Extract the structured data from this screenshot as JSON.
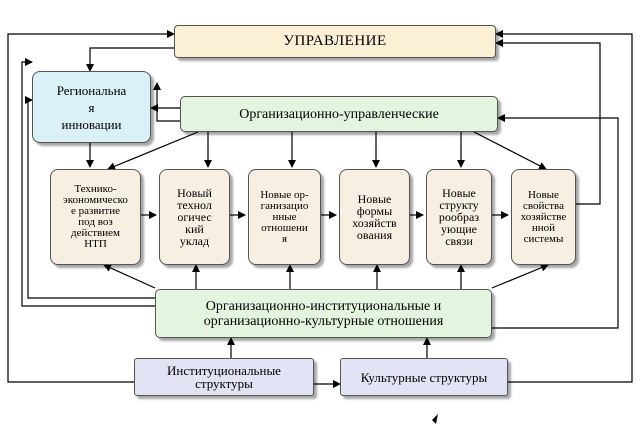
{
  "boxes": {
    "management": "УПРАВЛЕНИЕ",
    "regional": "Региональна\nя\nинновации",
    "org_management": "Организационно-управленческие",
    "tech_economic": "Технико-\nэкономическо\nе развитие\nпод воз\nдействием\nНТП",
    "new_tech_mode": "Новый\nтехнол\nогичес\nкий\nуклад",
    "new_org_relations": "Новые ор-\nганизацио\nнные\nотношени\nя",
    "new_economy_forms": "Новые\nформы\nхозяйств\nования",
    "new_structure_links": "Новые\nструкту\nрообраз\nующие\nсвязи",
    "new_system_properties": "Новые\nсвойства\nхозяйстве\nнной\nсистемы",
    "org_institutional": "Организационно-институциональные и\nорганизационно-культурные отношения",
    "institutional_structures": "Институциональные\nструктуры",
    "cultural_structures": "Культурные структуры"
  }
}
